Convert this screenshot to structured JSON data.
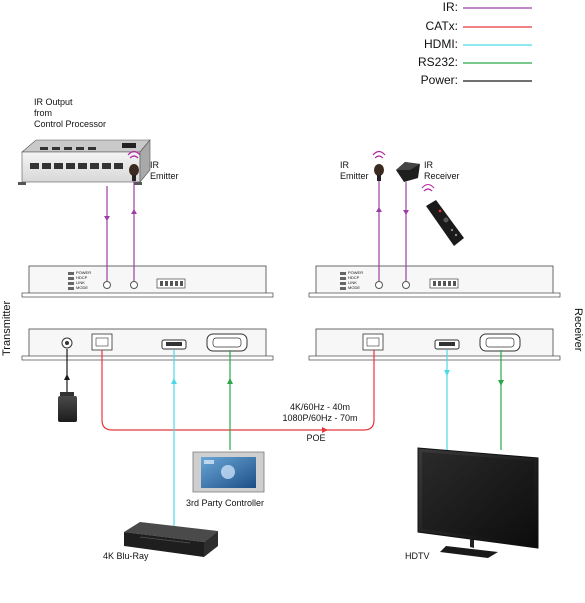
{
  "legend": {
    "items": [
      {
        "label": "IR:",
        "color": "#9b3fa4"
      },
      {
        "label": "CATx:",
        "color": "#e8363a"
      },
      {
        "label": "HDMI:",
        "color": "#4dd9e8"
      },
      {
        "label": "RS232:",
        "color": "#2aa84a"
      },
      {
        "label": "Power:",
        "color": "#1a1a1a"
      }
    ]
  },
  "labels": {
    "ir_output": "IR Output",
    "from": "from",
    "control_processor": "Control Processor",
    "ir_emitter_tx": "IR\nEmitter",
    "ir_emitter_rx": "IR\nEmitter",
    "ir_receiver": "IR\nReceiver",
    "transmitter": "Transmitter",
    "receiver": "Receiver",
    "cable_spec_1": "4K/60Hz - 40m",
    "cable_spec_2": "1080P/60Hz - 70m",
    "poe": "POE",
    "third_party": "3rd Party Controller",
    "bluray": "4K Blu-Ray",
    "hdtv": "HDTV"
  },
  "panel_text": {
    "tx_leds": [
      "POWER",
      "HDCP",
      "LINK",
      "MODE"
    ],
    "rx_leds": [
      "POWER",
      "HDCP",
      "LINK",
      "MODE"
    ]
  }
}
